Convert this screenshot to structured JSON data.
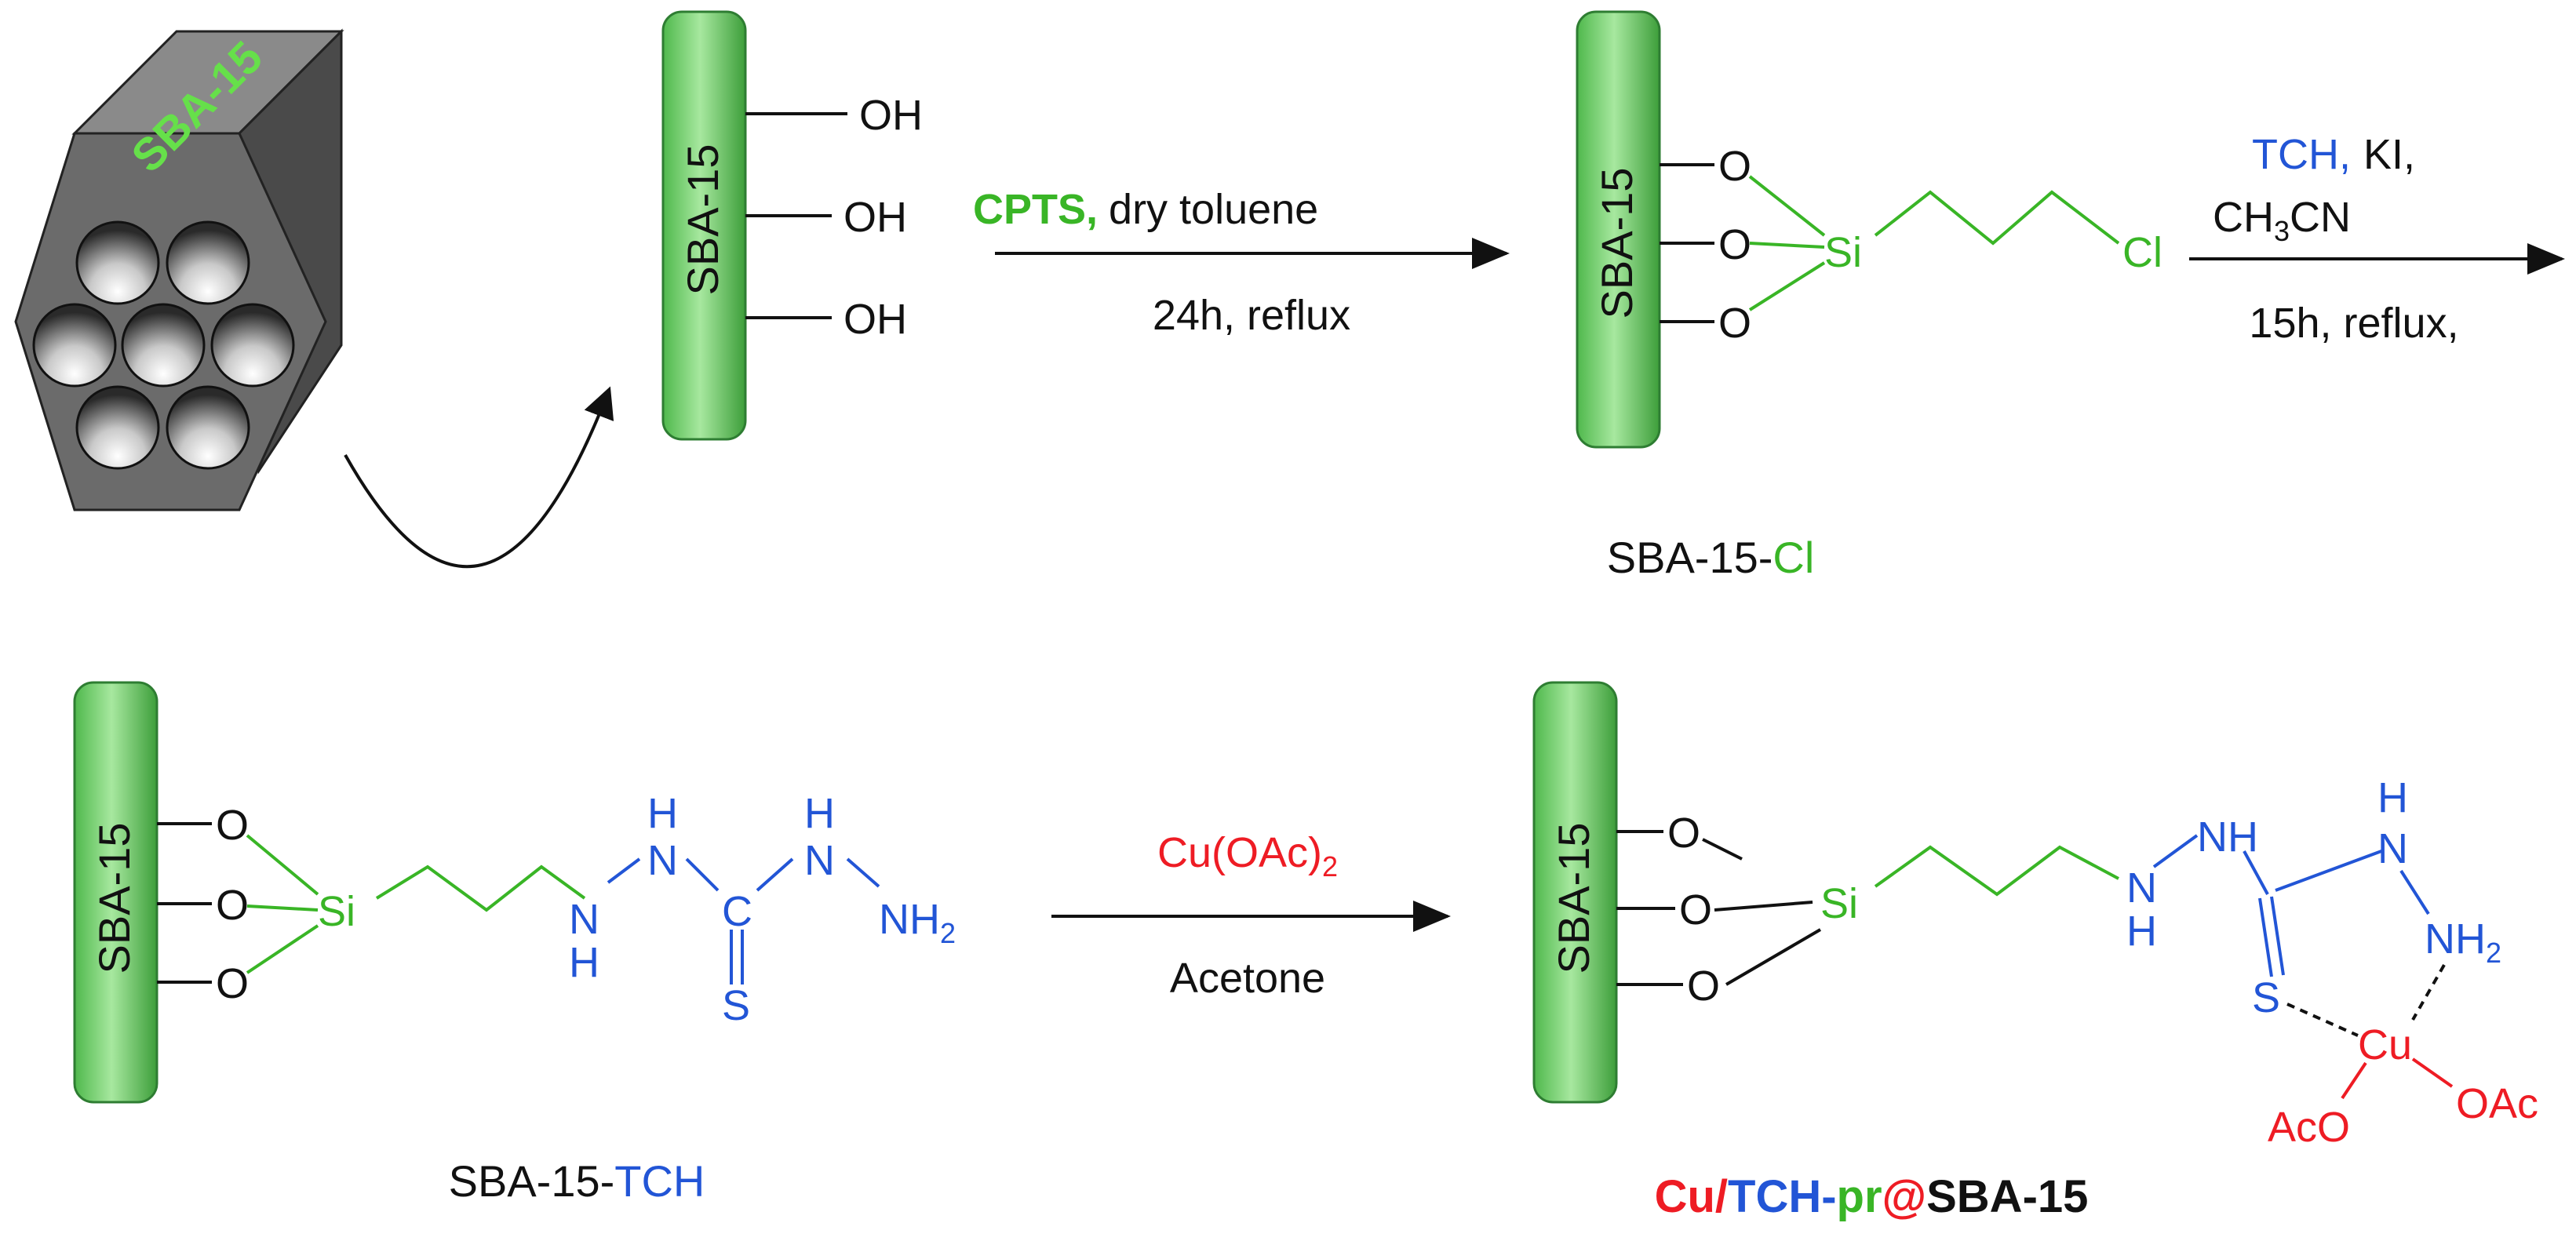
{
  "colors": {
    "green": "#39b526",
    "blue": "#2255d6",
    "red": "#ee1c24",
    "black": "#111111",
    "rod_fill": "#6ccf6a",
    "rod_edge": "#2e7d32",
    "hex_face": "#6b6b6b",
    "hex_side": "#3a3a3a"
  },
  "scheme": {
    "hex_label": "SBA-15",
    "support_label": "SBA-15",
    "oh": "OH",
    "o": "O",
    "si": "Si",
    "cl": "Cl",
    "step1": {
      "reagent": "CPTS,",
      "solvent": "dry toluene",
      "conditions": "24h, reflux"
    },
    "step2": {
      "tch": "TCH,",
      "ki": "KI,",
      "ch3": "CH",
      "sub3": "3",
      "cn": "CN",
      "conditions": "15h, reflux,"
    },
    "step3": {
      "cu_oac": "Cu(OAc)",
      "sub2": "2",
      "solvent": "Acetone"
    },
    "sba_cl": {
      "prefix": "SBA-15-",
      "suffix": "Cl"
    },
    "sba_tch": {
      "prefix": "SBA-15-",
      "suffix": "TCH"
    },
    "tch": {
      "h": "H",
      "n": "N",
      "c": "C",
      "s": "S",
      "nh": "NH",
      "nh2": "NH",
      "sub2": "2"
    },
    "complex": {
      "cu": "Cu",
      "oac": "OAc",
      "aco": "AcO"
    },
    "final": {
      "cu": "Cu/",
      "tch": "TCH-",
      "pr": "pr",
      "at": "@",
      "sba": "SBA-15"
    }
  }
}
